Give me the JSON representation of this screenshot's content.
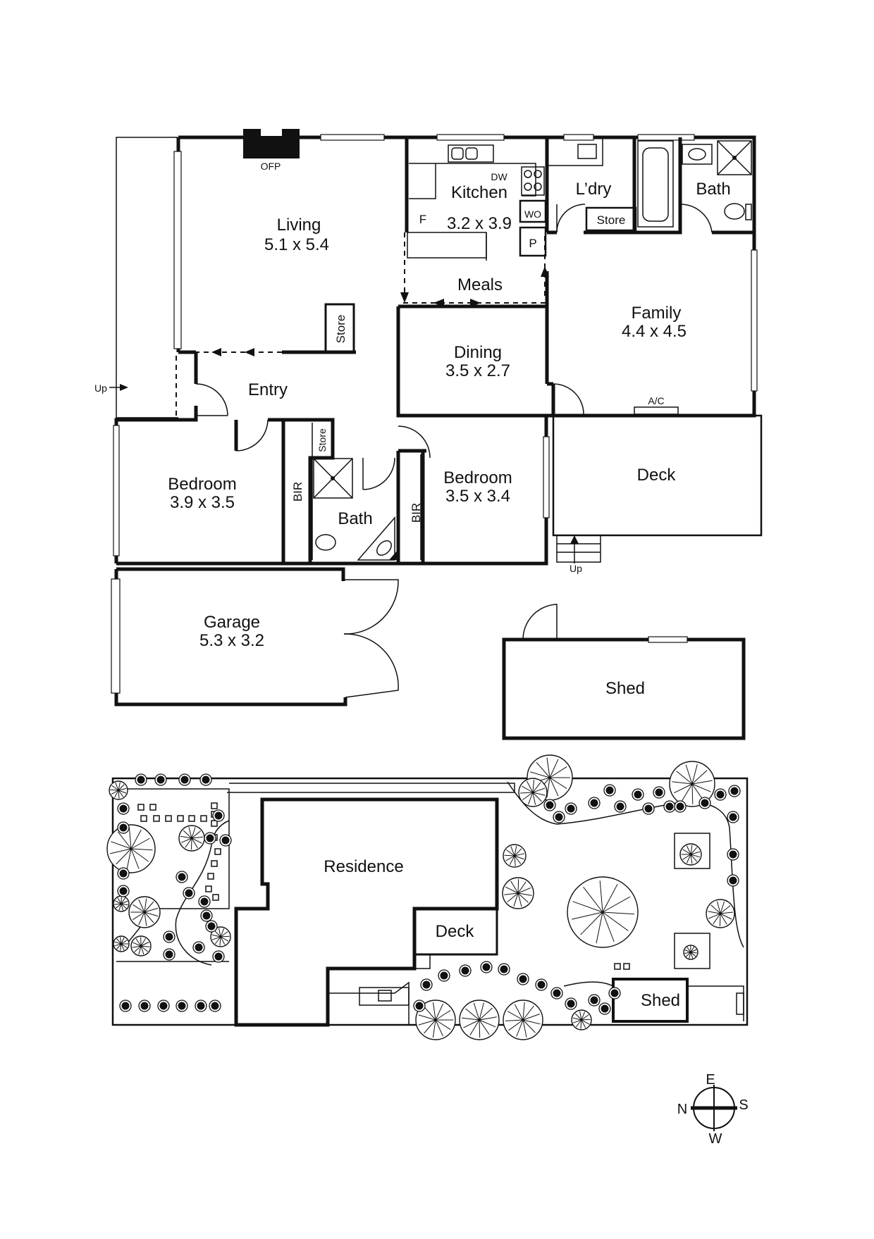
{
  "floor_plan": {
    "rooms": {
      "living": {
        "label": "Living",
        "dims": "5.1 x 5.4"
      },
      "kitchen": {
        "label": "Kitchen",
        "dims": "3.2 x 3.9"
      },
      "laundry": {
        "label": "L’dry"
      },
      "bath_main": {
        "label": "Bath"
      },
      "meals": {
        "label": "Meals"
      },
      "family": {
        "label": "Family",
        "dims": "4.4 x 4.5"
      },
      "dining": {
        "label": "Dining",
        "dims": "3.5 x 2.7"
      },
      "entry": {
        "label": "Entry"
      },
      "bedroom1": {
        "label": "Bedroom",
        "dims": "3.9 x 3.5"
      },
      "bath2": {
        "label": "Bath"
      },
      "bedroom2": {
        "label": "Bedroom",
        "dims": "3.5 x 3.4"
      },
      "deck": {
        "label": "Deck"
      },
      "garage": {
        "label": "Garage",
        "dims": "5.3 x 3.2"
      },
      "shed": {
        "label": "Shed"
      }
    },
    "annotations": {
      "ofp": "OFP",
      "dw": "DW",
      "wo": "WO",
      "pantry": "P",
      "fridge": "F",
      "store_laundry": "Store",
      "store_living": "Store",
      "store_bath": "Store",
      "ac": "A/C",
      "bir1": "BIR",
      "bir2": "BIR",
      "up_entry": "Up",
      "up_deck": "Up"
    }
  },
  "site_plan": {
    "residence": "Residence",
    "deck": "Deck",
    "shed": "Shed"
  },
  "compass": {
    "n": "N",
    "e": "E",
    "s": "S",
    "w": "W"
  }
}
